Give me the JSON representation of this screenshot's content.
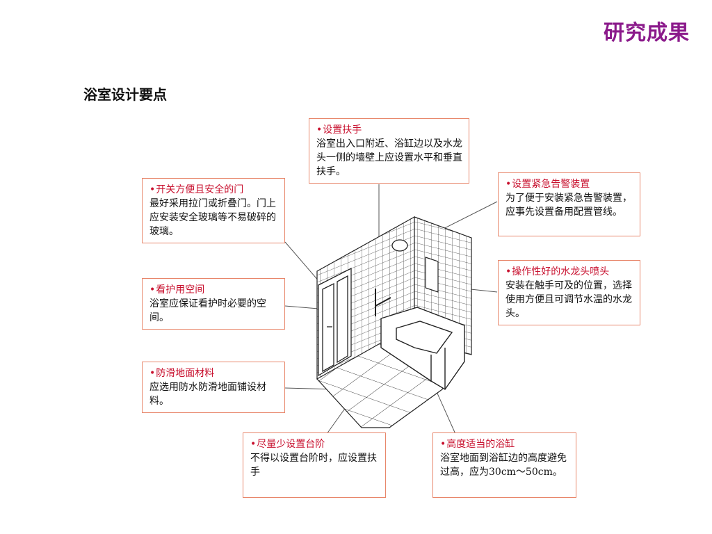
{
  "header": {
    "title": "研究成果"
  },
  "page": {
    "title": "浴室设计要点"
  },
  "colors": {
    "accent_purple": "#8B1A8B",
    "callout_border": "#E8866A",
    "callout_title": "#C8102E"
  },
  "callouts": [
    {
      "title": "设置扶手",
      "body": "浴室出入口附近、浴缸边以及水龙头一侧的墙壁上应设置水平和垂直扶手。"
    },
    {
      "title": "开关方便且安全的门",
      "body": "最好采用拉门或折叠门。门上应安装安全玻璃等不易破碎的玻璃。"
    },
    {
      "title": "设置紧急告警装置",
      "body": "为了便于安装紧急告警装置，应事先设置备用配置管线。"
    },
    {
      "title": "操作性好的水龙头喷头",
      "body": "安装在触手可及的位置，选择使用方便且可调节水温的水龙头。"
    },
    {
      "title": "看护用空间",
      "body": "浴室应保证看护时必要的空间。"
    },
    {
      "title": "防滑地面材料",
      "body": "应选用防水防滑地面铺设材料。"
    },
    {
      "title": "尽量少设置台阶",
      "body": "不得以设置台阶时，应设置扶手"
    },
    {
      "title": "高度适当的浴缸",
      "body": "浴室地面到浴缸边的高度避免过高，应为30cm～50cm。"
    }
  ]
}
